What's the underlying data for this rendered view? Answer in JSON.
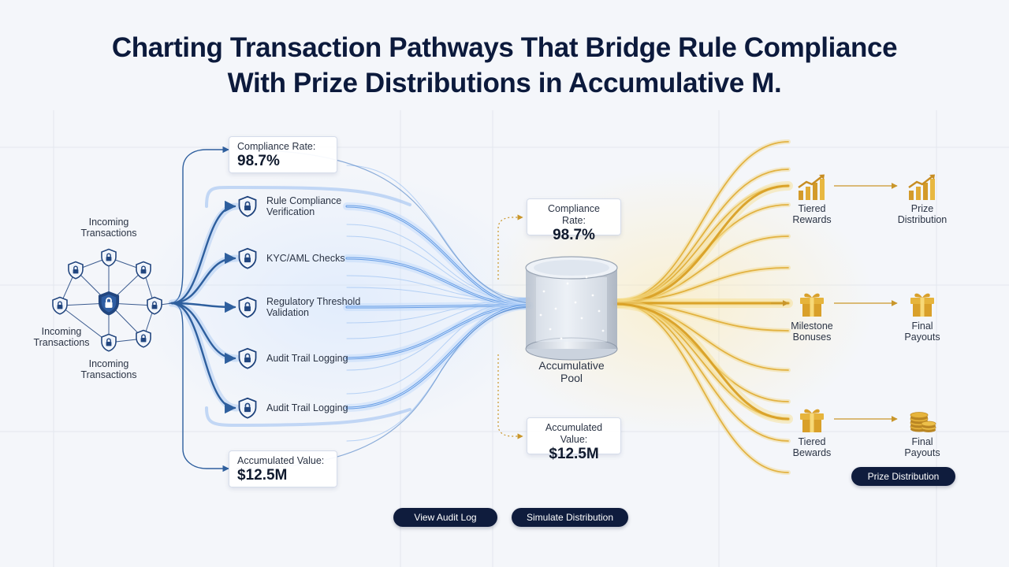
{
  "title": {
    "line1": "Charting Transaction Pathways That Bridge Rule Compliance",
    "line2": "With Prize Distributions in Accumulative M."
  },
  "sources": {
    "top": "Incoming\nTransactions",
    "left": "Incoming\nTransactions",
    "bottom": "Incoming\nTransactions"
  },
  "checks": [
    {
      "label": "Rule Compliance\nVerification",
      "icon": "shield-lock-icon"
    },
    {
      "label": "KYC/AML Checks",
      "icon": "shield-lock-icon"
    },
    {
      "label": "Regulatory Threshold\nValidation",
      "icon": "shield-lock-icon"
    },
    {
      "label": "Audit Trail Logging",
      "icon": "shield-lock-icon"
    },
    {
      "label": "Audit Trail Logging",
      "icon": "shield-lock-icon"
    }
  ],
  "cards": {
    "left_top": {
      "label": "Compliance Rate:",
      "value": "98.7%"
    },
    "left_bottom": {
      "label": "Accumulated Value:",
      "value": "$12.5M"
    },
    "center_top": {
      "label": "Compliance Rate:",
      "value": "98.7%"
    },
    "center_bottom": {
      "label": "Accumulated Value:",
      "value": "$12.5M"
    }
  },
  "pool": {
    "label": "Accumulative\nPool",
    "icon": "pool-cylinder-icon"
  },
  "outputs": [
    {
      "label": "Tiered\nRewards",
      "icon": "bar-chart-arrow-icon"
    },
    {
      "label": "Prize\nDistribution",
      "icon": "bar-chart-arrow-icon"
    },
    {
      "label": "Milestone\nBonuses",
      "icon": "gift-box-icon"
    },
    {
      "label": "Final\nPayouts",
      "icon": "gift-box-icon"
    },
    {
      "label": "Tiered\nBewards",
      "icon": "gift-box-icon"
    },
    {
      "label": "Final\nPayouts",
      "icon": "coin-stack-icon"
    }
  ],
  "buttons": {
    "view_audit": "View Audit Log",
    "simulate": "Simulate Distribution",
    "prize_distribution": "Prize Distribution"
  },
  "colors": {
    "navy": "#0f1c3d",
    "compliance_blue": "#2f6fc9",
    "prize_gold": "#d9a520"
  }
}
